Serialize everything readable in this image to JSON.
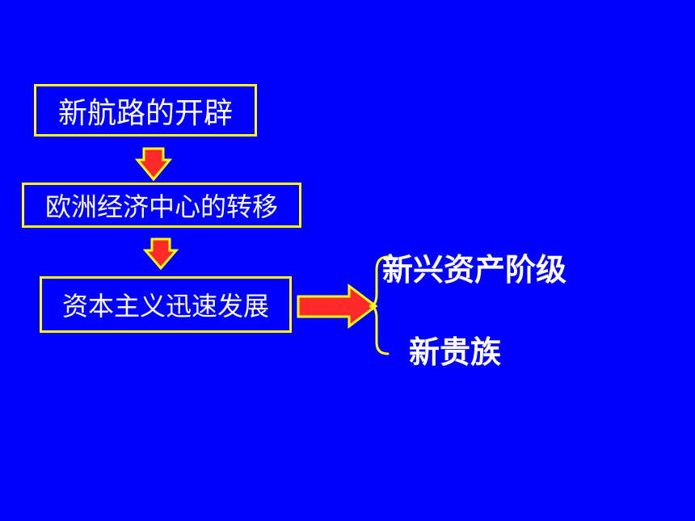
{
  "flow": {
    "step1": "新航路的开辟",
    "step2": "欧洲经济中心的转移",
    "step3": "资本主义迅速发展"
  },
  "outcomes": {
    "item1": "新兴资产阶级",
    "item2": "新贵族"
  },
  "colors": {
    "background": "#0000FF",
    "box_border": "#FFFF00",
    "arrow_fill": "#FF2A2A",
    "arrow_outline": "#FFFF00",
    "brace": "#FFFF00",
    "text": "#FFFFFF"
  }
}
